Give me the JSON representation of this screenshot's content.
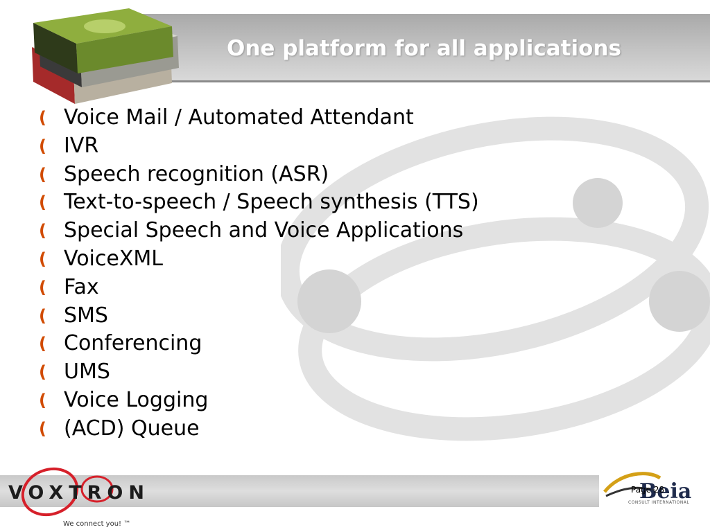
{
  "slide": {
    "title": "One platform for all applications",
    "bullet_marker": "(",
    "bullets": [
      "Voice Mail / Automated Attendant",
      "IVR",
      "Speech recognition (ASR)",
      "Text-to-speech / Speech synthesis (TTS)",
      "Special Speech and Voice Applications",
      "VoiceXML",
      "Fax",
      "SMS",
      "Conferencing",
      "UMS",
      "Voice Logging",
      "(ACD) Queue"
    ]
  },
  "footer": {
    "brand": "VOXTRON",
    "tagline": "We connect you! ™",
    "partner_name": "Beia",
    "partner_subtitle": "CONSULT INTERNATIONAL",
    "page_label": "Page 28"
  },
  "colors": {
    "bullet": "#d14b00",
    "brand_red": "#d6202a",
    "header_gray": "#b5b5b5",
    "ring_gray": "#dcdcdc"
  }
}
